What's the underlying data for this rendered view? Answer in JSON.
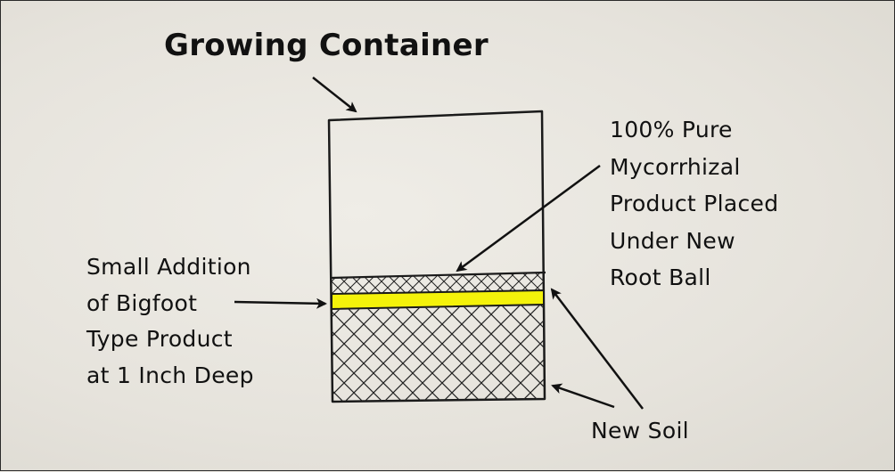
{
  "title": "Growing Container",
  "mycorrhizal_label": {
    "lines": [
      "100% Pure",
      "Mycorrhizal",
      "Product Placed",
      "Under New",
      "Root Ball"
    ]
  },
  "bigfoot_label": {
    "lines": [
      "Small Addition",
      "of Bigfoot",
      "Type Product",
      "at 1 Inch Deep"
    ]
  },
  "soil_label": "New Soil",
  "colors": {
    "background": "#e9e6df",
    "ink": "#111111",
    "yellow_band": "#f4f20a"
  }
}
